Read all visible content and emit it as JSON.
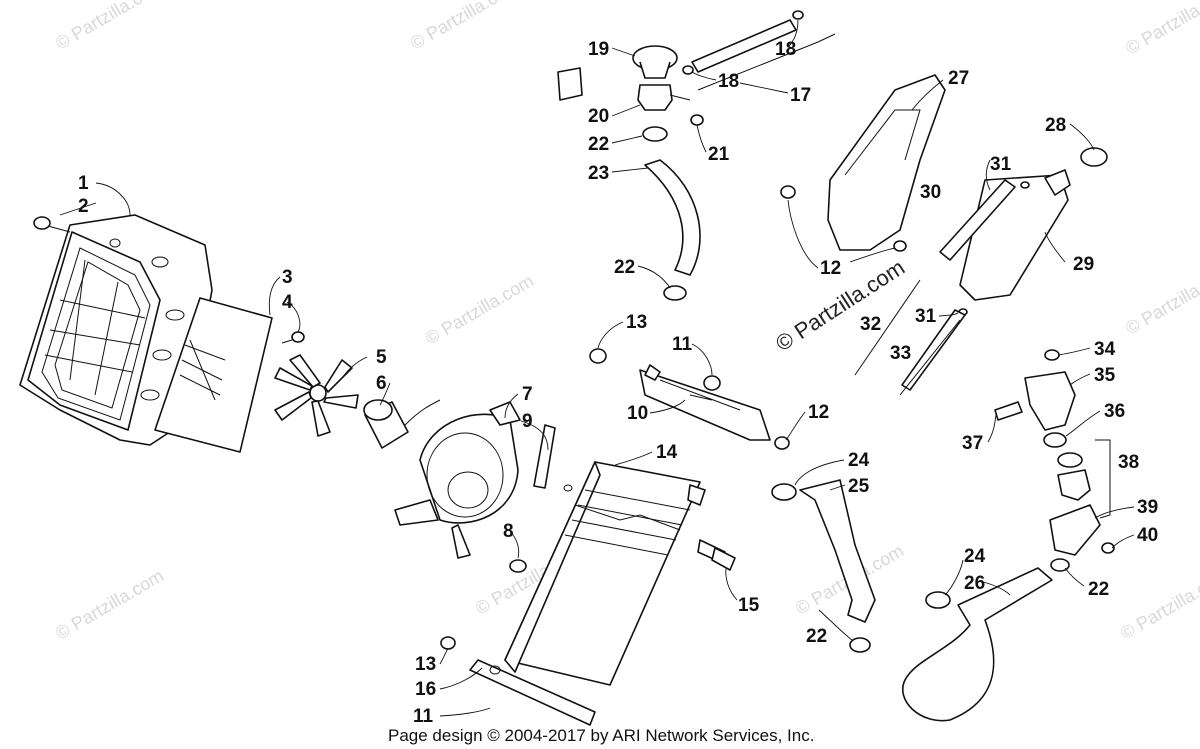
{
  "watermark_text": "© Partzilla.com",
  "footer_text": "Page design © 2004-2017 by ARI Network Services, Inc.",
  "callouts": [
    {
      "id": "1",
      "label": "1"
    },
    {
      "id": "2",
      "label": "2"
    },
    {
      "id": "3",
      "label": "3"
    },
    {
      "id": "4",
      "label": "4"
    },
    {
      "id": "5",
      "label": "5"
    },
    {
      "id": "6",
      "label": "6"
    },
    {
      "id": "7",
      "label": "7"
    },
    {
      "id": "8",
      "label": "8"
    },
    {
      "id": "9",
      "label": "9"
    },
    {
      "id": "10",
      "label": "10"
    },
    {
      "id": "11a",
      "label": "11"
    },
    {
      "id": "11b",
      "label": "11"
    },
    {
      "id": "12a",
      "label": "12"
    },
    {
      "id": "12b",
      "label": "12"
    },
    {
      "id": "13a",
      "label": "13"
    },
    {
      "id": "13b",
      "label": "13"
    },
    {
      "id": "14",
      "label": "14"
    },
    {
      "id": "15",
      "label": "15"
    },
    {
      "id": "16",
      "label": "16"
    },
    {
      "id": "17",
      "label": "17"
    },
    {
      "id": "18a",
      "label": "18"
    },
    {
      "id": "18b",
      "label": "18"
    },
    {
      "id": "19",
      "label": "19"
    },
    {
      "id": "20",
      "label": "20"
    },
    {
      "id": "21",
      "label": "21"
    },
    {
      "id": "22a",
      "label": "22"
    },
    {
      "id": "22b",
      "label": "22"
    },
    {
      "id": "22c",
      "label": "22"
    },
    {
      "id": "22d",
      "label": "22"
    },
    {
      "id": "23",
      "label": "23"
    },
    {
      "id": "24a",
      "label": "24"
    },
    {
      "id": "24b",
      "label": "24"
    },
    {
      "id": "25",
      "label": "25"
    },
    {
      "id": "26",
      "label": "26"
    },
    {
      "id": "27",
      "label": "27"
    },
    {
      "id": "28",
      "label": "28"
    },
    {
      "id": "29",
      "label": "29"
    },
    {
      "id": "30",
      "label": "30"
    },
    {
      "id": "31a",
      "label": "31"
    },
    {
      "id": "31b",
      "label": "31"
    },
    {
      "id": "32",
      "label": "32"
    },
    {
      "id": "33",
      "label": "33"
    },
    {
      "id": "34",
      "label": "34"
    },
    {
      "id": "35",
      "label": "35"
    },
    {
      "id": "36",
      "label": "36"
    },
    {
      "id": "37",
      "label": "37"
    },
    {
      "id": "38",
      "label": "38"
    },
    {
      "id": "39",
      "label": "39"
    },
    {
      "id": "40",
      "label": "40"
    }
  ]
}
